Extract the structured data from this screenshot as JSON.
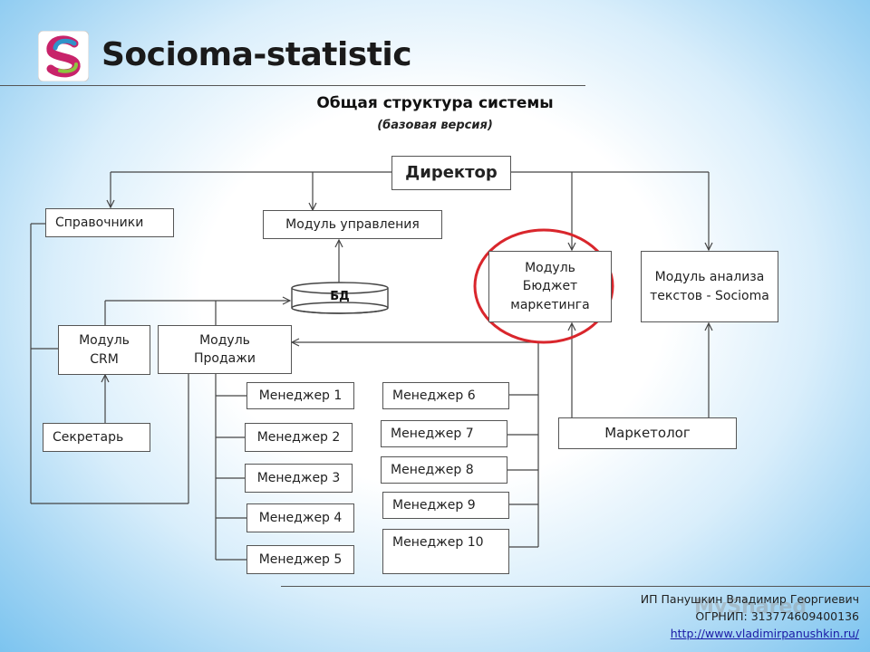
{
  "header": {
    "app_title": "Socioma-statistic",
    "logo_icon": "socioma-s-logo-icon"
  },
  "diagram": {
    "title": "Общая структура системы",
    "subtitle": "(базовая версия)",
    "nodes": {
      "director": "Директор",
      "directories": "Справочники",
      "management": "Модуль управления",
      "db": "БД",
      "budget": "Модуль Бюджет маркетинга",
      "analysis": "Модуль анализа текстов - Socioma",
      "crm": "Модуль CRM",
      "sales": "Модуль Продажи",
      "secretary": "Секретарь",
      "marketer": "Маркетолог",
      "managers": [
        "Менеджер 1",
        "Менеджер 2",
        "Менеджер 3",
        "Менеджер 4",
        "Менеджер 5",
        "Менеджер 6",
        "Менеджер 7",
        "Менеджер 8",
        "Менеджер 9",
        "Менеджер 10"
      ]
    },
    "highlight_color": "#d9262c"
  },
  "footer": {
    "author": "ИП Панушкин Владимир Георгиевич",
    "ogrnip": "ОГРНИП: 313774609400136",
    "link": "http://www.vladimirpanushkin.ru/",
    "watermark": "MyShared"
  }
}
